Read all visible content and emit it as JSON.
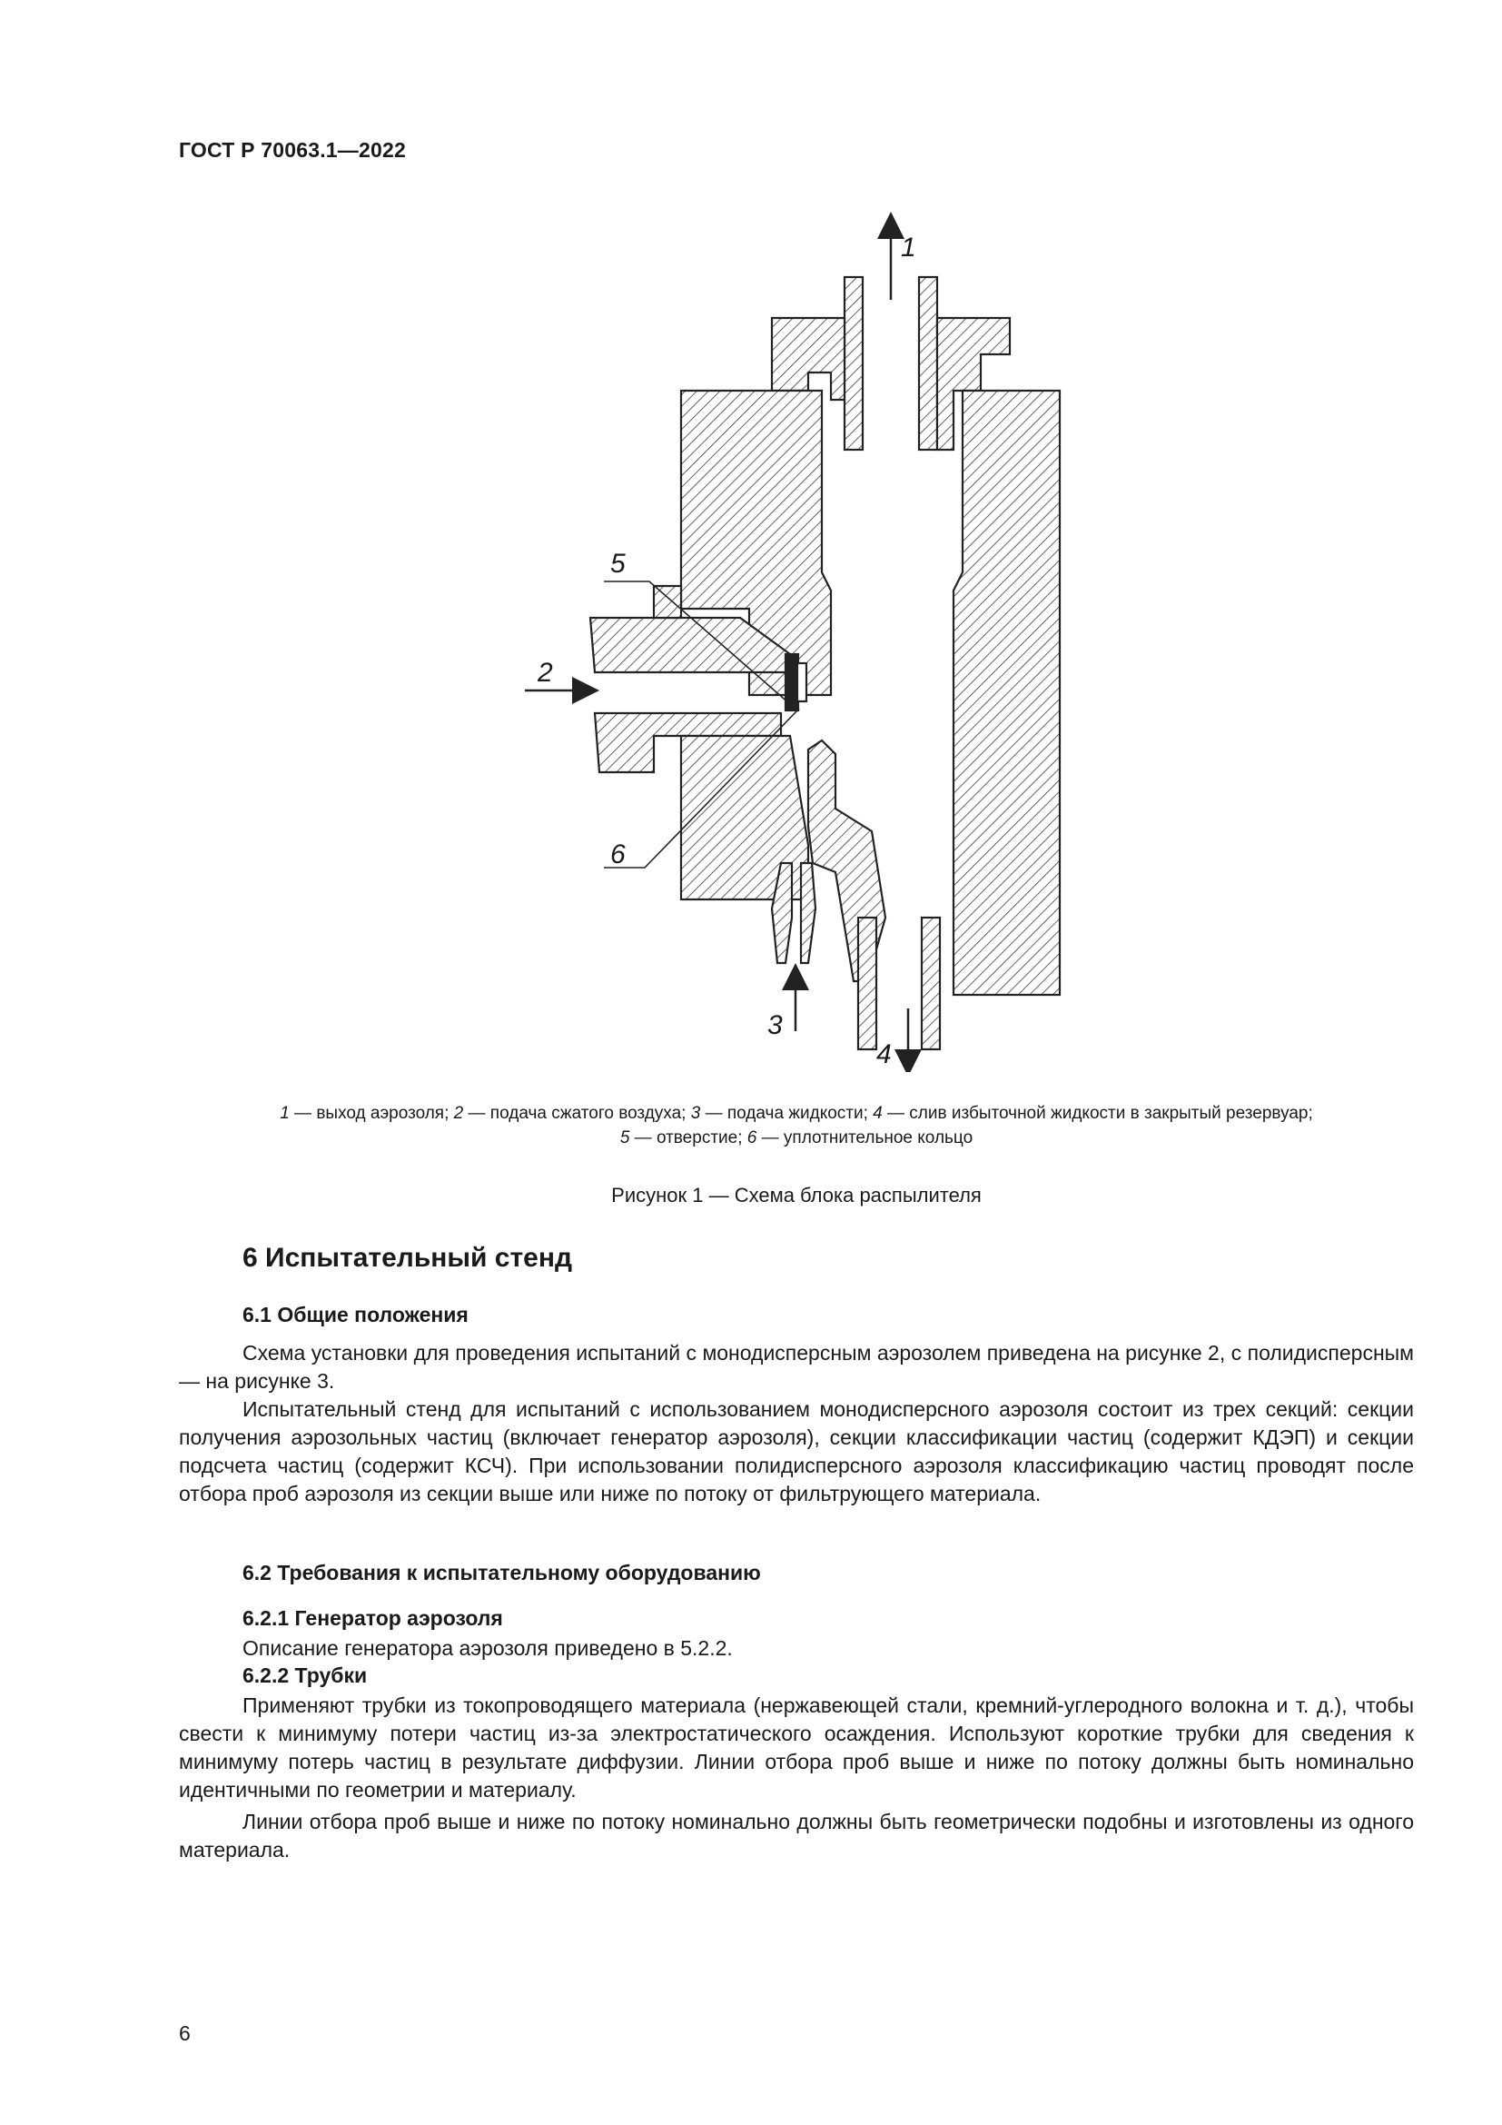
{
  "header": {
    "doc_id": "ГОСТ Р 70063.1—2022"
  },
  "figure": {
    "labels": [
      "1",
      "2",
      "3",
      "4",
      "5",
      "6"
    ],
    "legend": [
      {
        "num": "1",
        "text": " — выход аэрозоля; "
      },
      {
        "num": "2",
        "text": " — подача сжатого воздуха; "
      },
      {
        "num": "3",
        "text": " — подача жидкости; "
      },
      {
        "num": "4",
        "text": " — слив избыточной жидкости в закрытый резервуар;"
      },
      {
        "num": "5",
        "text": " — отверстие; "
      },
      {
        "num": "6",
        "text": " — уплотнительное кольцо"
      }
    ],
    "caption": "Рисунок 1 — Схема блока распылителя"
  },
  "section6": {
    "title": "6 Испытательный стенд",
    "s61_title": "6.1 Общие положения",
    "s61_p1": "Схема установки для проведения испытаний с монодисперсным аэрозолем приведена на рисунке 2, с полидисперсным — на рисунке 3.",
    "s61_p2": "Испытательный стенд для испытаний с использованием монодисперсного аэрозоля состоит из трех секций: секции получения аэрозольных частиц (включает генератор аэрозоля), секции классификации частиц (содержит КДЭП) и секции подсчета частиц (содержит КСЧ). При использовании полидисперсного аэрозоля классификацию частиц проводят после отбора проб аэрозоля из секции выше или ниже по потоку от фильтрующего материала.",
    "s62_title": "6.2 Требования к испытательному оборудованию",
    "s621_title": "6.2.1 Генератор аэрозоля",
    "s621_p1": "Описание генератора аэрозоля приведено в 5.2.2.",
    "s622_title": "6.2.2 Трубки",
    "s622_p1": "Применяют трубки из токопроводящего материала (нержавеющей стали, кремний-углеродного волокна и т. д.), чтобы свести к минимуму потери частиц из-за электростатического осаждения. Используют короткие трубки для сведения к минимуму потерь частиц в результате диффузии. Линии отбора проб выше и ниже по потоку должны быть номинально идентичными по геометрии и материалу.",
    "s622_p2": "Линии отбора проб выше и ниже по потоку номинально должны быть геометрически подобны и изготовлены из одного материала."
  },
  "page_number": "6"
}
